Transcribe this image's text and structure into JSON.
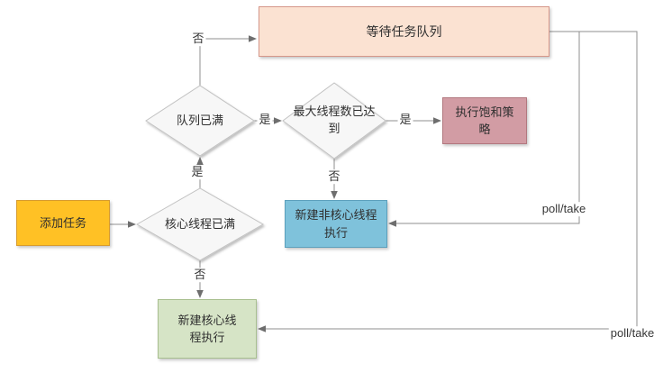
{
  "diagram": {
    "title": "thread-pool task submission flowchart",
    "background": "#ffffff",
    "line_color": "#8f8f8f",
    "arrow_color": "#6e6e6e",
    "nodes": {
      "wait_queue": {
        "label": "等待任务队列",
        "shape": "rect",
        "fill": "#fbe2d2",
        "border": "#d6978a"
      },
      "queue_full": {
        "label": "队列已满",
        "shape": "diamond",
        "fill": "#f7f7f7",
        "border": "#c2c2c2"
      },
      "max_threads": {
        "label": "最大线程数已达\n到",
        "shape": "diamond",
        "fill": "#f7f7f7",
        "border": "#c2c2c2"
      },
      "saturation": {
        "label": "执行饱和策\n略",
        "shape": "rect",
        "fill": "#d29ca4",
        "border": "#b2787f"
      },
      "add_task": {
        "label": "添加任务",
        "shape": "rect",
        "fill": "#ffc125",
        "border": "#d79b2f"
      },
      "core_full": {
        "label": "核心线程已满",
        "shape": "diamond",
        "fill": "#f7f7f7",
        "border": "#c2c2c2"
      },
      "non_core": {
        "label": "新建非核心线程\n执行",
        "shape": "rect",
        "fill": "#7fc2db",
        "border": "#5ca0bc"
      },
      "new_core": {
        "label": "新建核心线\n程执行",
        "shape": "rect",
        "fill": "#d6e4c6",
        "border": "#a8bf8f"
      }
    },
    "edges": [
      {
        "from": "add_task",
        "to": "core_full",
        "label": ""
      },
      {
        "from": "core_full",
        "to": "queue_full",
        "label": "是"
      },
      {
        "from": "core_full",
        "to": "new_core",
        "label": "否"
      },
      {
        "from": "queue_full",
        "to": "wait_queue",
        "label": "否"
      },
      {
        "from": "queue_full",
        "to": "max_threads",
        "label": "是"
      },
      {
        "from": "max_threads",
        "to": "saturation",
        "label": "是"
      },
      {
        "from": "max_threads",
        "to": "non_core",
        "label": "否"
      },
      {
        "from": "wait_queue",
        "to": "non_core",
        "label": "poll/take"
      },
      {
        "from": "wait_queue",
        "to": "new_core",
        "label": "poll/take"
      }
    ]
  }
}
